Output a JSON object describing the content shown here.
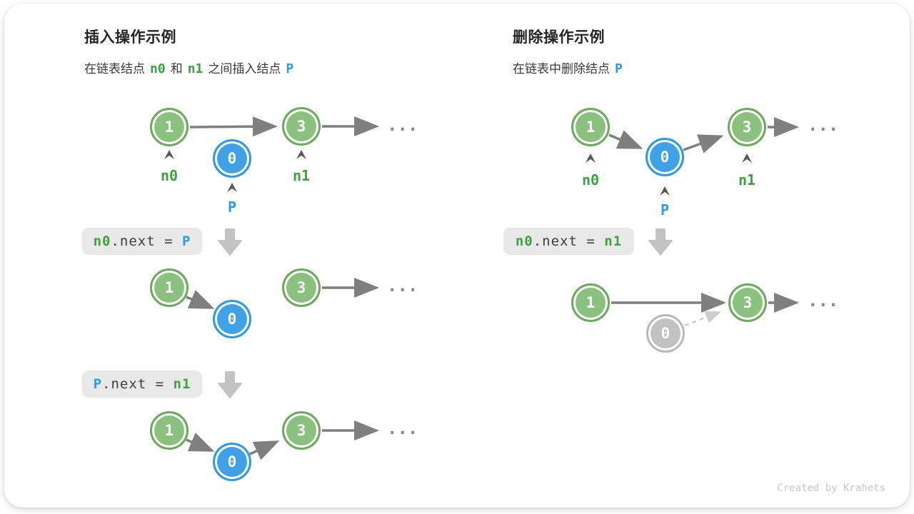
{
  "credit": "Created by Krahets",
  "colors": {
    "node_green_fill": "#8BC17E",
    "node_green_stroke": "#6BAC5C",
    "node_blue_fill": "#41A1E6",
    "node_blue_stroke": "#2E9BE8",
    "node_gray_fill": "#C2C2C2",
    "label_green": "#3DA23D",
    "label_blue": "#2B9BE8",
    "arrow_gray": "#7F7F7F",
    "codebox_bg": "#E8E8E8",
    "block_arrow": "#C3C3C3"
  },
  "insert": {
    "title": "插入操作示例",
    "subtitle": {
      "t1": "在链表结点",
      "c1": "n0",
      "t2": "和",
      "c2": "n1",
      "t3": "之间插入结点",
      "c3": "P"
    },
    "pointers": {
      "n0": "n0",
      "p": "P",
      "n1": "n1"
    },
    "code1": {
      "lhs": "n0",
      "mid": ".next = ",
      "rhs": "P"
    },
    "code2": {
      "lhs": "P",
      "mid": ".next = ",
      "rhs": "n1"
    },
    "row1": {
      "v1": "1",
      "v0": "0",
      "v3": "3",
      "dots": "..."
    },
    "row2": {
      "v1": "1",
      "v0": "0",
      "v3": "3",
      "dots": "..."
    },
    "row3": {
      "v1": "1",
      "v0": "0",
      "v3": "3",
      "dots": "..."
    }
  },
  "delete": {
    "title": "删除操作示例",
    "subtitle": {
      "t1": "在链表中删除结点",
      "c1": "P"
    },
    "pointers": {
      "n0": "n0",
      "p": "P",
      "n1": "n1"
    },
    "code1": {
      "lhs": "n0",
      "mid": ".next = ",
      "rhs": "n1"
    },
    "row1": {
      "v1": "1",
      "v0": "0",
      "v3": "3",
      "dots": "..."
    },
    "row2": {
      "v1": "1",
      "v0": "0",
      "v3": "3",
      "dots": "..."
    }
  }
}
